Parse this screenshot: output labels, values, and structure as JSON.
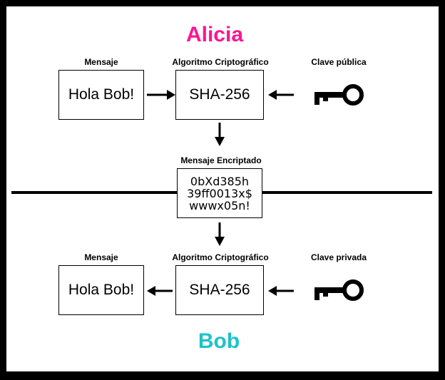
{
  "colors": {
    "alicia": "#ff1493",
    "bob": "#1cc3c8",
    "stroke": "#000000",
    "frame": "#000000"
  },
  "sender": {
    "name": "Alicia"
  },
  "receiver": {
    "name": "Bob"
  },
  "top_row": {
    "message_label": "Mensaje",
    "message_text": "Hola Bob!",
    "algorithm_label": "Algoritmo Criptográfico",
    "algorithm_text": "SHA-256",
    "key_label": "Clave pública",
    "key_icon": "key-icon"
  },
  "encrypted": {
    "label": "Mensaje Encriptado",
    "lines": [
      "0bXd385h",
      "39ff0013x$",
      "wwwx05n!"
    ]
  },
  "bottom_row": {
    "message_label": "Mensaje",
    "message_text": "Hola Bob!",
    "algorithm_label": "Algoritmo Criptográfico",
    "algorithm_text": "SHA-256",
    "key_label": "Clave privada",
    "key_icon": "key-icon"
  }
}
